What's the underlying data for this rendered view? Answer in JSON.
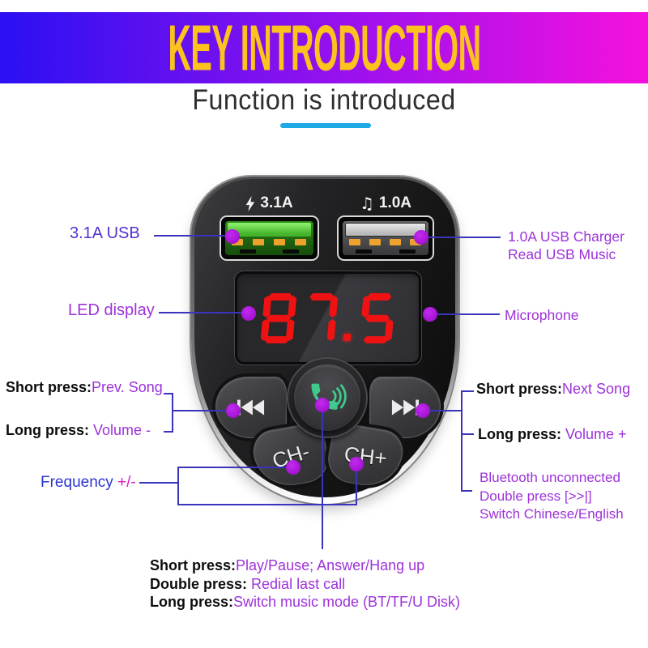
{
  "banner": {
    "title": "KEY INTRODUCTION"
  },
  "header": {
    "subtitle": "Function is introduced"
  },
  "icons": {
    "music_note": "♫"
  },
  "device": {
    "port_left": {
      "label": "3.1A"
    },
    "port_right": {
      "label": "1.0A"
    },
    "display_value": "87.5",
    "buttons": {
      "ch_minus": "CH-",
      "ch_plus": "CH+"
    }
  },
  "callouts": {
    "usb_left": "3.1A USB",
    "usb_right": [
      "1.0A USB Charger",
      "Read USB Music"
    ],
    "led": "LED display",
    "mic": "Microphone",
    "prev": {
      "short_key": "Short press:",
      "short_val": "Prev. Song",
      "long_key": "Long press:",
      "long_val": " Volume -"
    },
    "next": {
      "short_key": "Short press:",
      "short_val": "Next Song",
      "long_key": "Long press:",
      "long_val": " Volume +"
    },
    "freq": {
      "part1": "Frequency",
      "part2": " +/-"
    },
    "bluetooth": [
      "Bluetooth unconnected",
      "Double press [>>|]",
      "Switch Chinese/English"
    ],
    "center": [
      {
        "key": "Short press:",
        "val": "Play/Pause; Answer/Hang up"
      },
      {
        "key": "Double press:",
        "val": " Redial last call"
      },
      {
        "key": "Long press:",
        "val": "Switch music mode (BT/TF/U Disk)"
      }
    ]
  },
  "colors": {
    "banner-blue": "#2a10f2",
    "banner-mid": "#9c11ee",
    "banner-magenta": "#f511dd",
    "title-yellow": "#fcc21d",
    "underline-cyan": "#1fa8e6",
    "label-purple": "#9d32d9",
    "label-indigo": "#5431d1",
    "freq-blue": "#2b35cd",
    "freq-magenta": "#dc16ca",
    "line-blue": "#3a34bd",
    "dot-purple": "#a816d6",
    "led-red": "#ef1212",
    "usb-green": "#46b52b",
    "phone-green": "#41c98c",
    "key-black": "#0d0d0d"
  }
}
